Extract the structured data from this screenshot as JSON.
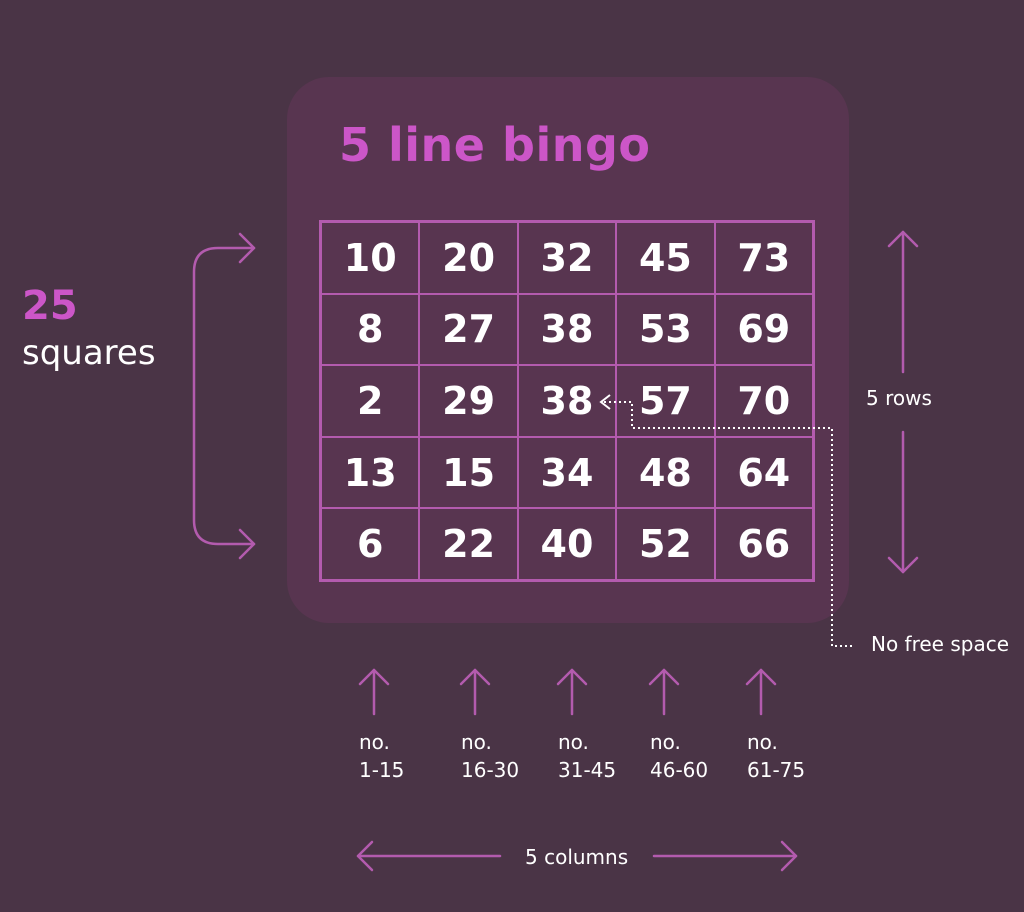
{
  "title": "5 line bingo",
  "squares": {
    "count": "25",
    "label": "squares"
  },
  "grid": {
    "rows": [
      [
        "10",
        "20",
        "32",
        "45",
        "73"
      ],
      [
        "8",
        "27",
        "38",
        "53",
        "69"
      ],
      [
        "2",
        "29",
        "38",
        "57",
        "70"
      ],
      [
        "13",
        "15",
        "34",
        "48",
        "64"
      ],
      [
        "6",
        "22",
        "40",
        "52",
        "66"
      ]
    ]
  },
  "labels": {
    "rows": "5 rows",
    "columns": "5 columns",
    "no_free_space": "No free space"
  },
  "column_ranges": [
    {
      "prefix": "no.",
      "range": "1-15"
    },
    {
      "prefix": "no.",
      "range": "16-30"
    },
    {
      "prefix": "no.",
      "range": "31-45"
    },
    {
      "prefix": "no.",
      "range": "46-60"
    },
    {
      "prefix": "no.",
      "range": "61-75"
    }
  ],
  "colors": {
    "background": "#4a3446",
    "card": "#583550",
    "accent": "#cc56c8",
    "line": "#b35bae"
  }
}
